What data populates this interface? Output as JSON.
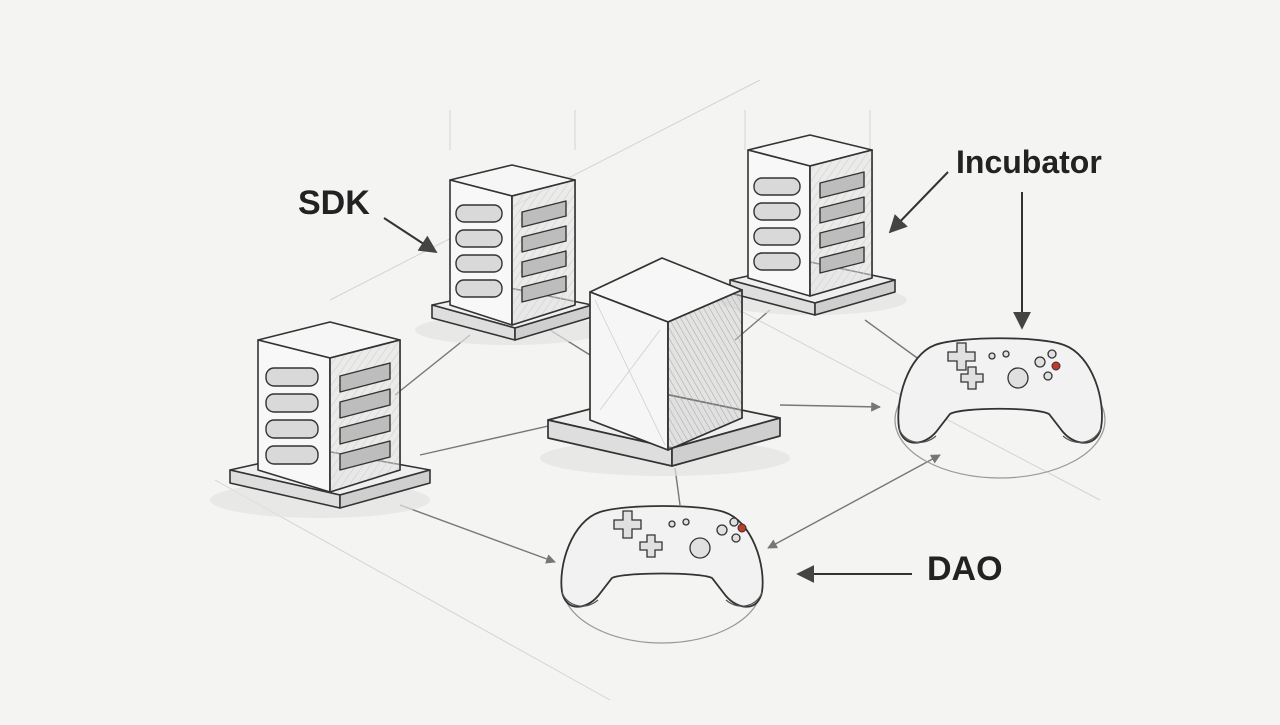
{
  "labels": {
    "sdk": "SDK",
    "incubator": "Incubator",
    "dao": "DAO"
  },
  "icons": {
    "server_left": "server-rack-icon",
    "server_sdk": "server-rack-icon",
    "server_right": "server-rack-icon",
    "central_block": "cube-icon",
    "controller_bottom": "gamepad-icon",
    "controller_right": "gamepad-icon"
  },
  "colors": {
    "paper": "#f4f4f2",
    "ink": "#222222",
    "graphite": "#555555",
    "button_accent": "#c0392b"
  }
}
